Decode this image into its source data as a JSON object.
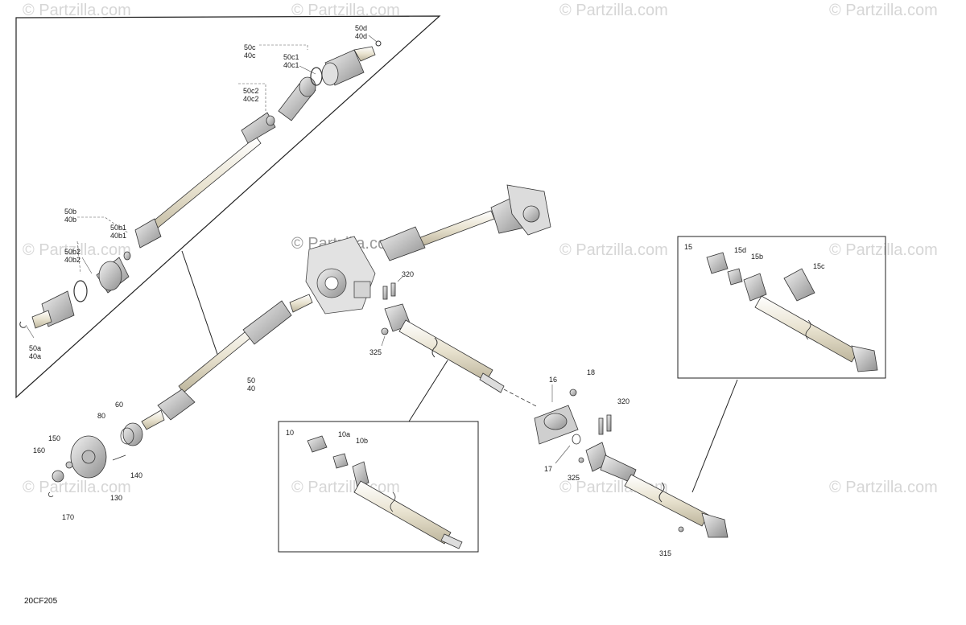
{
  "watermark": "© Partzilla.com",
  "diagram_code": "20CF205",
  "inset_titles": {
    "inset_10": "10",
    "inset_15": "15"
  },
  "callouts": {
    "c50d": "50d",
    "c40d": "40d",
    "c50c": "50c",
    "c40c": "40c",
    "c50c1": "50c1",
    "c40c1": "40c1",
    "c50c2": "50c2",
    "c40c2": "40c2",
    "c50b": "50b",
    "c40b": "40b",
    "c50b1": "50b1",
    "c40b1": "40b1",
    "c50b2": "50b2",
    "c40b2": "40b2",
    "c50a": "50a",
    "c40a": "40a",
    "c50": "50",
    "c40": "40",
    "c60": "60",
    "c80": "80",
    "c150": "150",
    "c160": "160",
    "c140": "140",
    "c130": "130",
    "c170": "170",
    "c320a": "320",
    "c325a": "325",
    "c16": "16",
    "c18": "18",
    "c320b": "320",
    "c17": "17",
    "c325b": "325",
    "c315": "315",
    "c10a": "10a",
    "c10b": "10b",
    "c15d": "15d",
    "c15b": "15b",
    "c15c": "15c"
  }
}
